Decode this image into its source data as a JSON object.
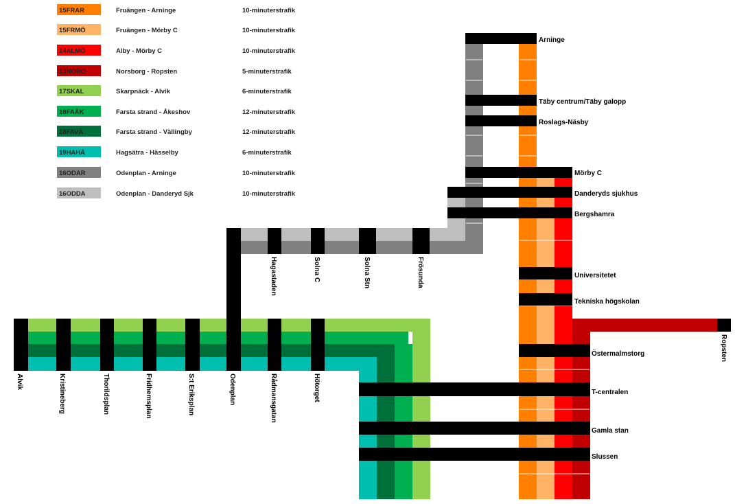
{
  "legend": [
    {
      "code": "15FRAR",
      "route": "Fruängen - Arninge",
      "frequency": "10-minuterstrafik",
      "color": "#FF7F00"
    },
    {
      "code": "15FRMÖ",
      "route": "Fruängen - Mörby C",
      "frequency": "10-minuterstrafik",
      "color": "#FFB366"
    },
    {
      "code": "14ALMÖ",
      "route": "Alby - Mörby C",
      "frequency": "10-minuterstrafik",
      "color": "#FF0000"
    },
    {
      "code": "13NORO",
      "route": "Norsborg - Ropsten",
      "frequency": "5-minuterstrafik",
      "color": "#C00000"
    },
    {
      "code": "17SKAL",
      "route": "Skarpnäck - Alvik",
      "frequency": "6-minuterstrafik",
      "color": "#92D050"
    },
    {
      "code": "18FAÅK",
      "route": "Farsta strand - Åkeshov",
      "frequency": "12-minuterstrafik",
      "color": "#00B050"
    },
    {
      "code": "18FAVÄ",
      "route": "Farsta strand - Vällingby",
      "frequency": "12-minuterstrafik",
      "color": "#00703A"
    },
    {
      "code": "19HAHÄ",
      "route": "Hagsätra - Hässelby",
      "frequency": "6-minuterstrafik",
      "color": "#00BFAE"
    },
    {
      "code": "16ODAR",
      "route": "Odenplan - Arninge",
      "frequency": "10-minuterstrafik",
      "color": "#808080"
    },
    {
      "code": "16ODDA",
      "route": "Odenplan - Danderyd Sjk",
      "frequency": "10-minuterstrafik",
      "color": "#BFBFBF"
    }
  ],
  "stations": {
    "arninge": "Arninge",
    "taby": "Täby centrum/Täby galopp",
    "roslags": "Roslags-Näsby",
    "morby": "Mörby C",
    "danderyd": "Danderyds sjukhus",
    "bergshamra": "Bergshamra",
    "universitetet": "Universitetet",
    "tekniska": "Tekniska högskolan",
    "ropsten": "Ropsten",
    "ostermalmstorg": "Östermalmstorg",
    "tcentralen": "T-centralen",
    "gamlastan": "Gamla stan",
    "slussen": "Slussen",
    "hagastaden": "Hagastaden",
    "solnac": "Solna C",
    "solnastn": "Solna Stn",
    "frosunda": "Frösunda",
    "alvik": "Alvik",
    "kristineberg": "Kristineberg",
    "thorildsplan": "Thorildsplan",
    "fridhemsplan": "Fridhemsplan",
    "steriksplan": "S:t Eriksplan",
    "odenplan": "Odenplan",
    "radmansgatan": "Rådmansgatan",
    "hotorget": "Hötorget"
  },
  "colors": {
    "station_bar": "#000000",
    "line_15FRAR": "#FF7F00",
    "line_15FRMO": "#FFB366",
    "line_14ALMO": "#FF0000",
    "line_13NORO": "#C00000",
    "line_17SKAL": "#92D050",
    "line_18FAAK": "#00B050",
    "line_18FAVA": "#00703A",
    "line_19HAHA": "#00BFAE",
    "line_16ODAR": "#808080",
    "line_16ODDA": "#BFBFBF"
  }
}
